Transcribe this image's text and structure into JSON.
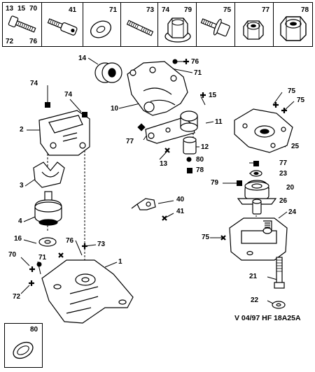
{
  "hardware_boxes": [
    {
      "id": "bolt",
      "labels": [
        "13",
        "15",
        "70",
        "72",
        "76"
      ]
    },
    {
      "id": "stud",
      "labels": [
        "41"
      ]
    },
    {
      "id": "washer",
      "labels": [
        "71"
      ]
    },
    {
      "id": "threaded-rod",
      "labels": [
        "73"
      ]
    },
    {
      "id": "flange-nut",
      "labels": [
        "74",
        "79"
      ]
    },
    {
      "id": "flange-bolt",
      "labels": [
        "75"
      ]
    },
    {
      "id": "lock-nut-small",
      "labels": [
        "77"
      ]
    },
    {
      "id": "lock-nut-large",
      "labels": [
        "78"
      ]
    }
  ],
  "callouts": {
    "c14": "14",
    "c76a": "76",
    "c71a": "71",
    "c10": "10",
    "c15": "15",
    "c11": "11",
    "c12": "12",
    "c77a": "77",
    "c13": "13",
    "c80": "80",
    "c78": "78",
    "c74a": "74",
    "c74b": "74",
    "c2": "2",
    "c3": "3",
    "c4": "4",
    "c16": "16",
    "c70": "70",
    "c71b": "71",
    "c72": "72",
    "c76b": "76",
    "c73": "73",
    "c1": "1",
    "c40": "40",
    "c41": "41",
    "c75a": "75",
    "c75b": "75",
    "c25": "25",
    "c77b": "77",
    "c23": "23",
    "c79": "79",
    "c20": "20",
    "c26": "26",
    "c24": "24",
    "c75c": "75",
    "c21": "21",
    "c22": "22"
  },
  "footer_code": "V 04/97   HF 18A25A",
  "inset_label": "80"
}
